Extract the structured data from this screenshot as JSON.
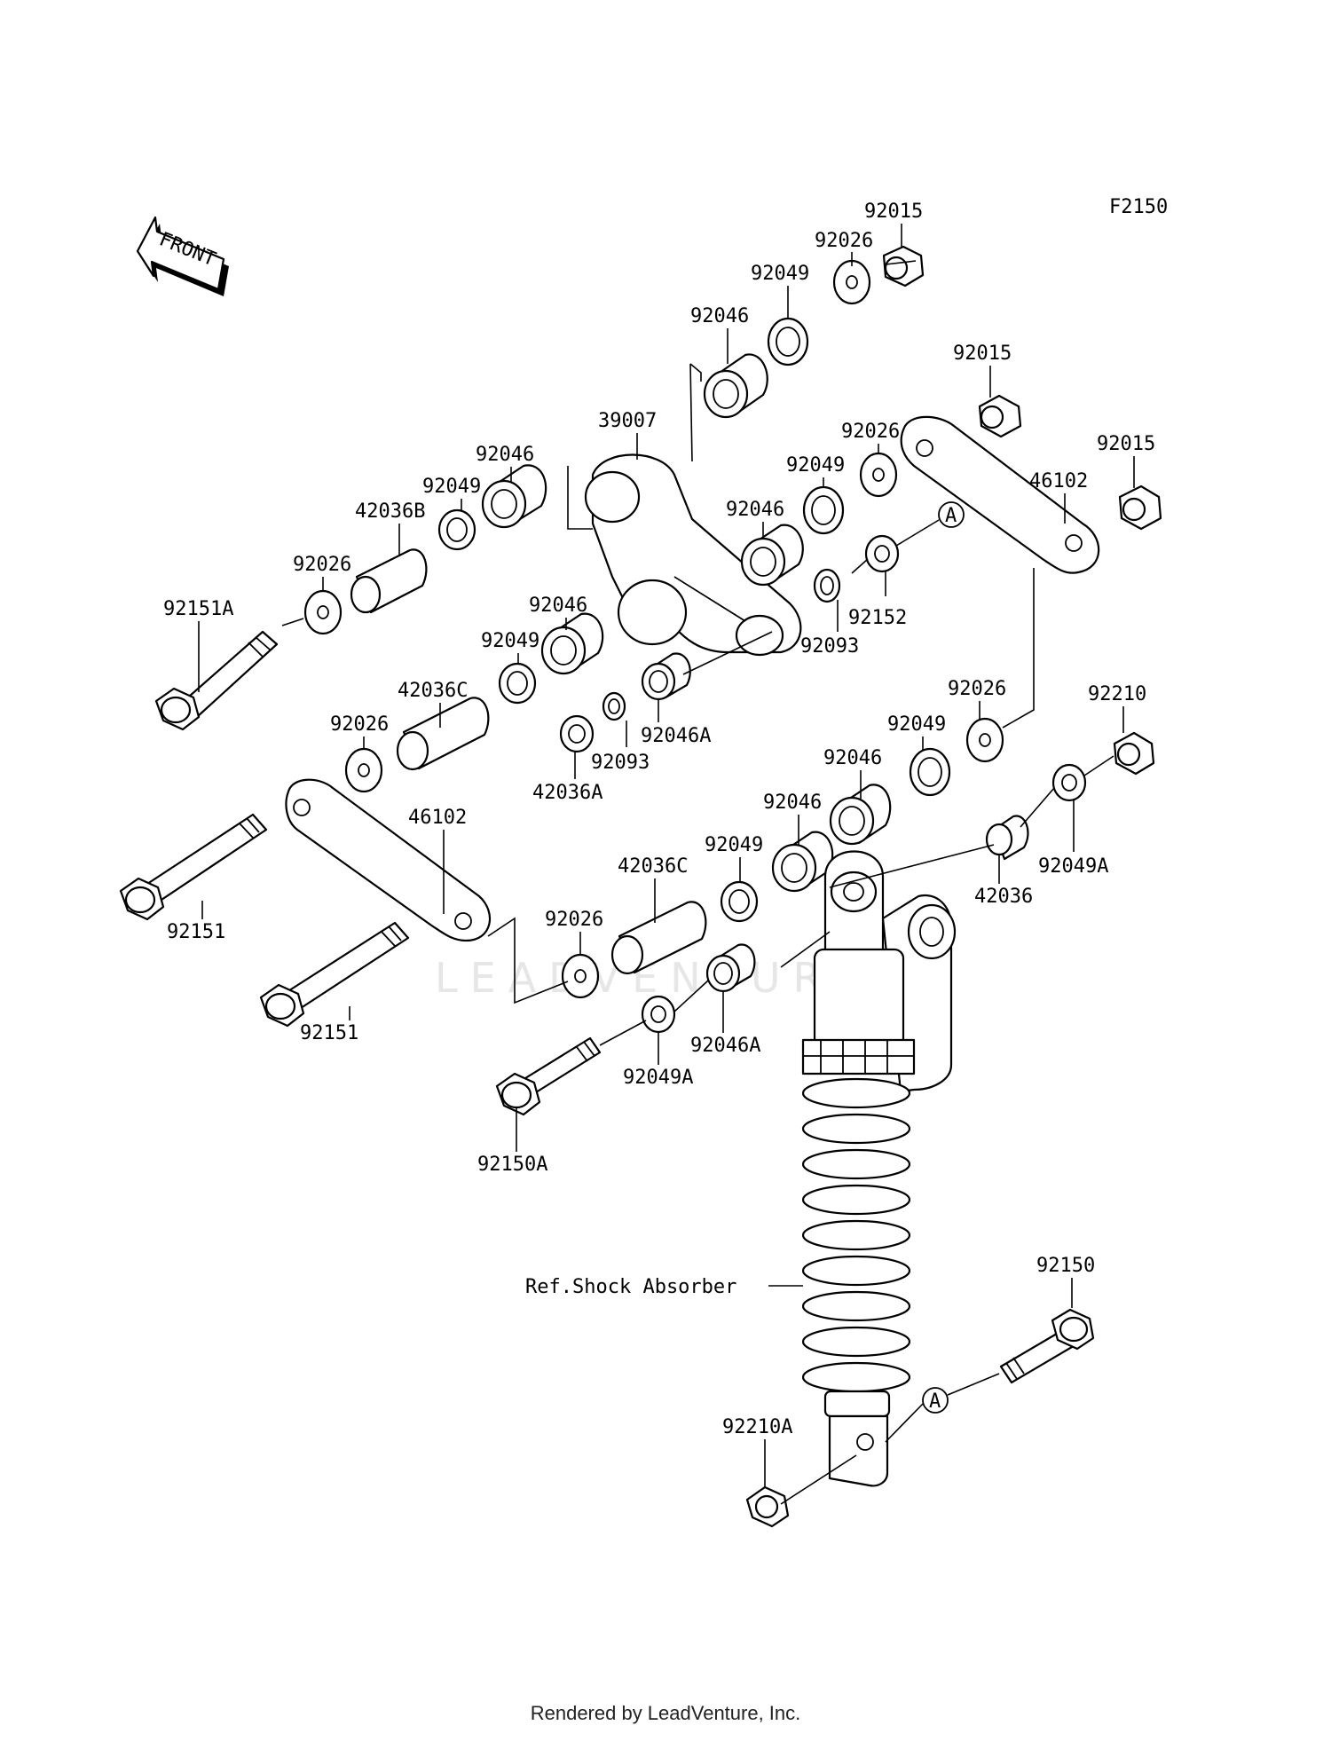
{
  "figure_code": "F2150",
  "front_label": "FRONT",
  "ref_label": "Ref.Shock Absorber",
  "callout_a": "A",
  "watermark": "LEADVENTURE",
  "footer": "Rendered by LeadVenture, Inc.",
  "parts": {
    "p01": "92015",
    "p02": "92026",
    "p03": "92049",
    "p04": "92046",
    "p05": "92015",
    "p06": "92015",
    "p07": "39007",
    "p08": "46102",
    "p09": "92026",
    "p10": "92049",
    "p11": "92046",
    "p12": "92046",
    "p13": "92049",
    "p14": "42036B",
    "p15": "92026",
    "p16": "92151A",
    "p17": "92152",
    "p18": "92093",
    "p19": "92046",
    "p20": "92049",
    "p21": "42036C",
    "p22": "92026",
    "p23": "92046A",
    "p24": "92093",
    "p25": "42036A",
    "p26": "92026",
    "p27": "92210",
    "p28": "92049",
    "p29": "92046",
    "p30": "92046",
    "p31": "92049A",
    "p32": "42036",
    "p33": "92049",
    "p34": "42036C",
    "p35": "46102",
    "p36": "92026",
    "p37": "92151",
    "p38": "92151",
    "p39": "92046A",
    "p40": "92049A",
    "p41": "92150A",
    "p42": "92150",
    "p43": "92210A"
  }
}
